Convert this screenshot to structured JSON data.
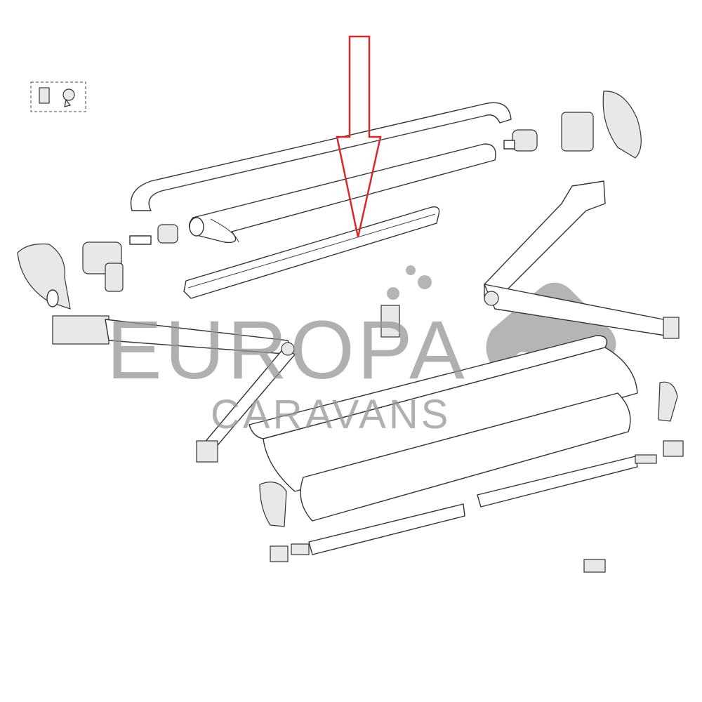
{
  "diagram": {
    "kind": "exploded parts diagram",
    "highlight_color": "#d42a2a",
    "highlighted_part": "lead-rail-profile"
  },
  "watermark": {
    "line1": "EUROPA",
    "line2": "CARAVANS",
    "color": "#a8a8a8"
  }
}
